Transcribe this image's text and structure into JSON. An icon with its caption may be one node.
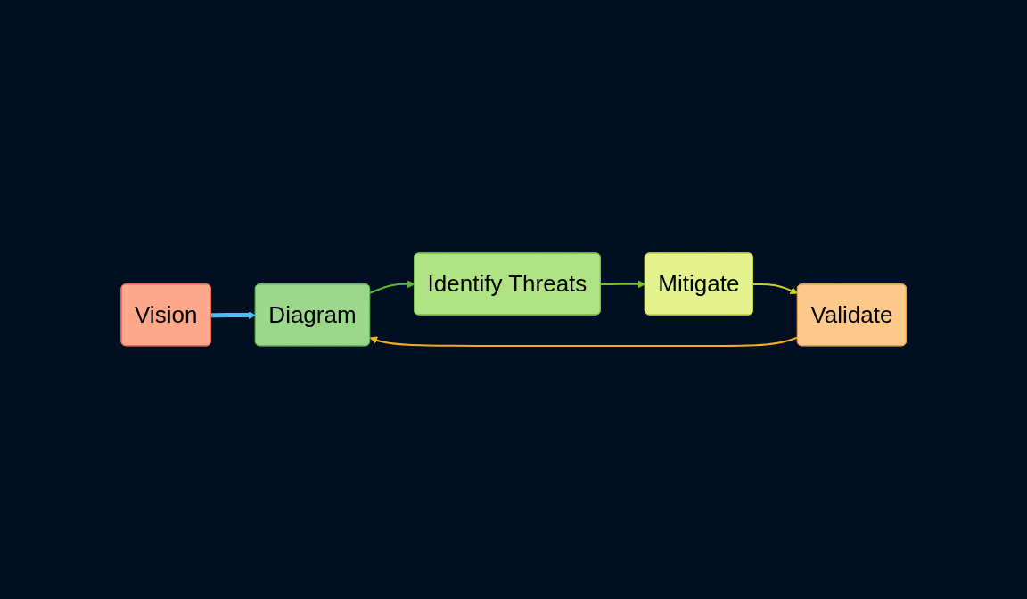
{
  "diagram": {
    "nodes": [
      {
        "text": [
          "Vision"
        ]
      },
      {
        "text": [
          "Diagram"
        ]
      },
      {
        "text": [
          "Identify Threats"
        ]
      },
      {
        "text": [
          "Mitigate"
        ]
      },
      {
        "text": [
          "Validate"
        ]
      }
    ],
    "edges": [
      {
        "from": 0,
        "to": 1,
        "arrow": "to",
        "style": "thick",
        "color": "#4dbdf5"
      },
      {
        "from": 1,
        "to": 2,
        "arrow": "to",
        "color": "#5cb82e"
      },
      {
        "from": 2,
        "to": 3,
        "arrow": "to",
        "color": "#7cc22a"
      },
      {
        "from": 3,
        "to": 4,
        "arrow": "to",
        "color": "#c4d62a"
      },
      {
        "from": 4,
        "to": 1,
        "arrow": "to",
        "color": "#f0b020"
      }
    ]
  }
}
